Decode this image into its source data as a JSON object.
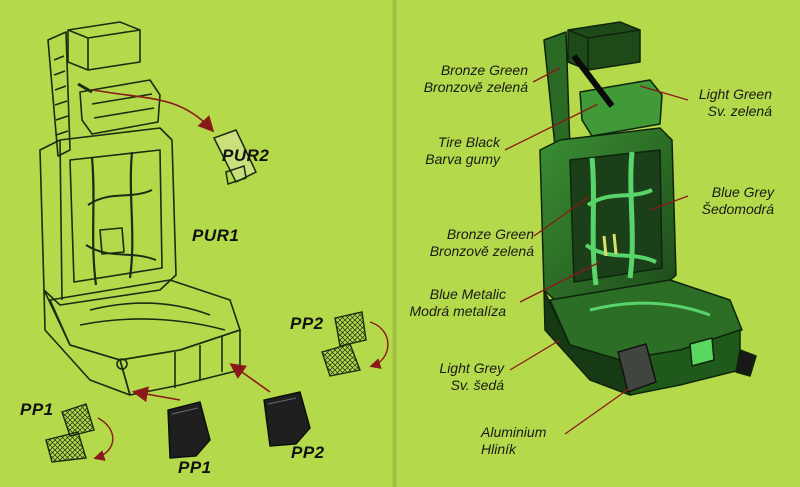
{
  "parts": {
    "pur2": "PUR2",
    "pur1": "PUR1",
    "pp2_small": "PP2",
    "pp1_small": "PP1",
    "pp1_plate": "PP1",
    "pp2_plate": "PP2"
  },
  "color_callouts": [
    {
      "en": "Bronze Green",
      "cz": "Bronzově zelená"
    },
    {
      "en": "Light Green",
      "cz": "Sv. zelená"
    },
    {
      "en": "Tire Black",
      "cz": "Barva gumy"
    },
    {
      "en": "Blue Grey",
      "cz": "Šedomodrá"
    },
    {
      "en": "Bronze Green",
      "cz": "Bronzově zelená"
    },
    {
      "en": "Blue Metalic",
      "cz": "Modrá metalíza"
    },
    {
      "en": "Light Grey",
      "cz": "Sv. šedá"
    },
    {
      "en": "Aluminium",
      "cz": "Hliník"
    }
  ],
  "colors": {
    "paper": "#b4d94a",
    "line": "#1c2b12",
    "leader": "#8a1a1a",
    "seat_green": "#2f7a2a",
    "seat_dark": "#1f4d1c",
    "strap_light": "#59d46a",
    "aluminium": "#4a4f4a"
  }
}
